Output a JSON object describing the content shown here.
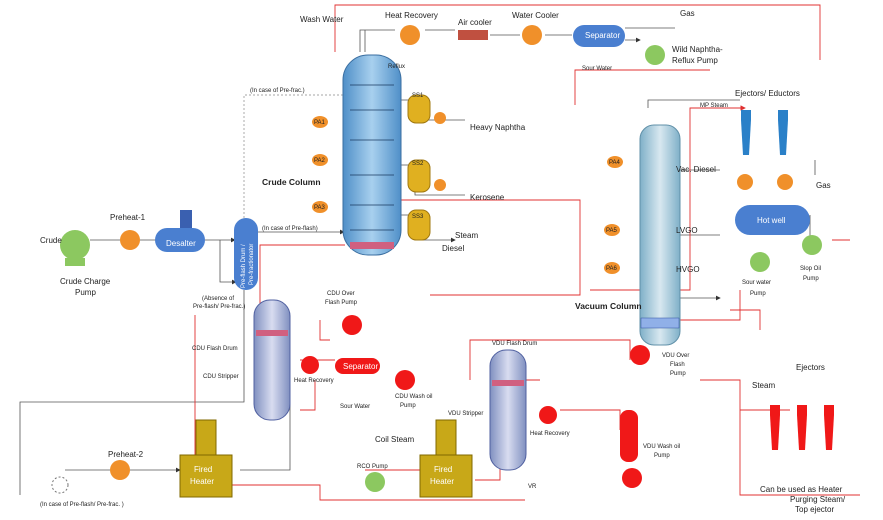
{
  "colors": {
    "column": "#7fb3dc",
    "pump_green": "#8cc860",
    "pump_red": "#f01818",
    "exchanger": "#f0902a",
    "vessel_blue": "#4a7fd0",
    "heater": "#c8a818",
    "hot_line": "#e03030"
  },
  "labels": {
    "wash_water": "Wash Water",
    "heat_recovery_top": "Heat  Recovery",
    "air_cooler": "Air cooler",
    "water_cooler": "Water Cooler",
    "separator_top": "Separator",
    "gas_top": "Gas",
    "sour_water_top": "Sour Water",
    "wild_naphtha": "Wild Naphtha-",
    "reflux_pump": "Reflux Pump",
    "reflux": "Reflux",
    "pre_frac_top": "(In case of Pre-frac.)",
    "ss1": "SS1",
    "ss2": "SS2",
    "ss3": "SS3",
    "heavy_naphtha": "Heavy Naphtha",
    "kerosene": "Kerosene",
    "steam_ss3": "Steam",
    "diesel": "Diesel",
    "pa1": "PA1",
    "pa2": "PA2",
    "pa3": "PA3",
    "pa4": "PA4",
    "pa5": "PA5",
    "pa6": "PA6",
    "crude_column": "Crude Column",
    "crude": "Crude",
    "preheat1": "Preheat-1",
    "desalter": "Desalter",
    "crude_pump_1": "Crude Charge",
    "crude_pump_2": "Pump",
    "preflash_drum": "Pre-flash Drum /",
    "pre_fractionator": "Pre-fractionator",
    "pre_flash_case": "(In case of Pre-flash)",
    "absence_1": "(Absence of",
    "absence_2": "Pre-flash/ Pre-frac.)",
    "cdu_over_1": "CDU Over",
    "cdu_over_2": "Flash Pump",
    "cdu_flash_drum": "CDU Flash Drum",
    "cdu_stripper": "CDU Stripper",
    "heat_recovery_cdu": "Heat  Recovery",
    "separator_cdu": "Separator",
    "sour_water_cdu": "Sour Water",
    "cdu_wash_1": "CDU Wash oil",
    "cdu_wash_2": "Pump",
    "preheat2": "Preheat-2",
    "fired_heater": "Fired",
    "heater": "Heater",
    "rco_pump": "RCO Pump",
    "coil_steam": "Coil Steam",
    "vdu_stripper": "VDU Stripper",
    "vdu_flash_drum": "VDU Flash Drum",
    "heat_recovery_vdu": "Heat  Recovery",
    "vr": "VR",
    "vdu_wash_1": "VDU Wash oil",
    "vdu_wash_2": "Pump",
    "vdu_over_1": "VDU Over",
    "vdu_over_2": "Flash",
    "vdu_over_3": "Pump",
    "vacuum_column": "Vacuum Column",
    "vac_diesel": "Vac. Diesel",
    "lvgo": "LVGO",
    "hvgo": "HVGO",
    "ejectors_eductors": "Ejectors/ Eductors",
    "mp_steam": "MP Steam",
    "gas_vac": "Gas",
    "hot_well": "Hot well",
    "sour_water_pump_1": "Sour water",
    "sour_water_pump_2": "Pump",
    "slop_oil_1": "Slop Oil",
    "slop_oil_2": "Pump",
    "ejectors": "Ejectors",
    "steam_ej": "Steam",
    "note_1": "Can be used as Heater",
    "note_2": "Purging Steam/",
    "note_3": "Top ejector",
    "bottom_case": "(In case of  Pre-flash/ Pre-frac. )"
  }
}
